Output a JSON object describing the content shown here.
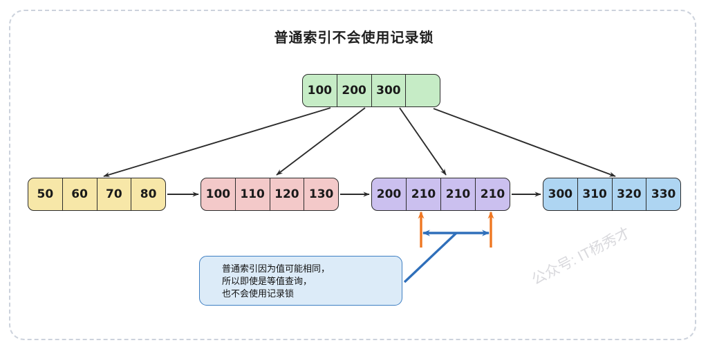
{
  "title": "普通索引不会使用记录锁",
  "frame": {
    "style": "dashed",
    "color": "#ccd2dc"
  },
  "colors": {
    "root_fill": "#c6ecc6",
    "leaf0_fill": "#f7e7a8",
    "leaf1_fill": "#f3c9c9",
    "leaf2_fill": "#cbc0ef",
    "leaf3_fill": "#aed5f2",
    "stroke": "#2b2b2b",
    "callout_fill": "#dcebf8",
    "callout_border": "#3d7ec2",
    "range_arrow": "#2f6fba",
    "tick_arrow": "#ef7722",
    "watermark": "#d9d9dd"
  },
  "tree": {
    "root": {
      "name": "root-node",
      "cells": [
        "100",
        "200",
        "300",
        ""
      ]
    },
    "leaves": [
      {
        "name": "leaf-node-1",
        "cells": [
          "50",
          "60",
          "70",
          "80"
        ]
      },
      {
        "name": "leaf-node-2",
        "cells": [
          "100",
          "110",
          "120",
          "130"
        ]
      },
      {
        "name": "leaf-node-3",
        "cells": [
          "200",
          "210",
          "210",
          "210"
        ]
      },
      {
        "name": "leaf-node-4",
        "cells": [
          "300",
          "310",
          "320",
          "330"
        ]
      }
    ]
  },
  "callout": {
    "lines": [
      "普通索引因为值可能相同，",
      "所以即使是等值查询，",
      "也不会使用记录锁"
    ]
  },
  "watermark": "公众号: IT杨秀才"
}
